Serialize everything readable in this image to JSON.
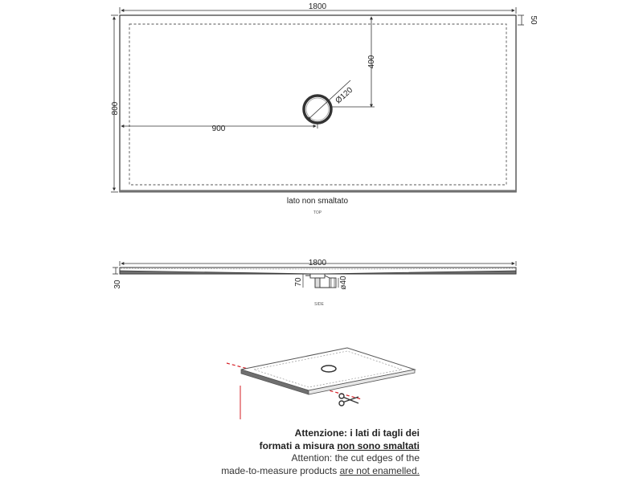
{
  "top_view": {
    "width_dim": "1800",
    "height_dim": "800",
    "thickness_dim": "50",
    "drain_offset_dim": "400",
    "drain_center_dim": "900",
    "drain_diameter_dim": "Ø120",
    "edge_label": "lato non smaltato",
    "view_label": "TOP"
  },
  "side_view": {
    "width_dim": "1800",
    "thickness_dim": "30",
    "drain_depth_dim": "70",
    "drain_pipe_dim": "ø40",
    "view_label": "SIDE"
  },
  "notice": {
    "it_line1": "Attenzione: i lati di tagli dei",
    "it_line2_prefix": "formati a misura ",
    "it_line2_underlined": "non sono smaltati",
    "en_line1": "Attention: the cut edges of the",
    "en_line2_prefix": "made-to-measure products ",
    "en_line2_underlined": "are not enamelled."
  },
  "colors": {
    "line": "#333333",
    "tray_edge": "#6f6f6f",
    "cut_line": "#d61f26"
  }
}
